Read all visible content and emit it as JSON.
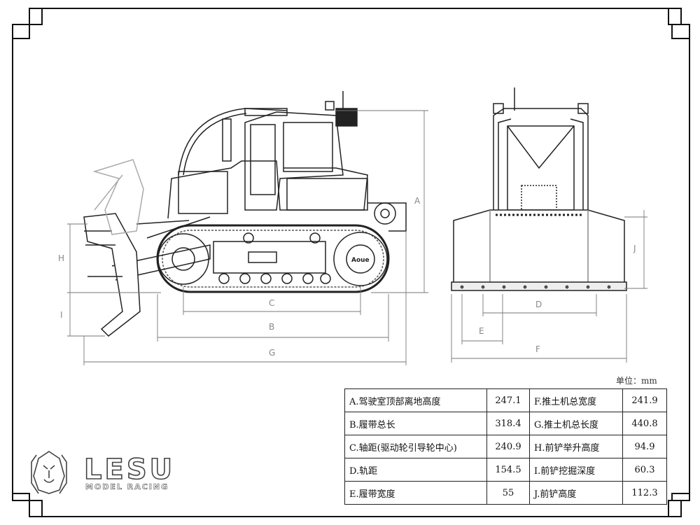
{
  "unit_label": "单位：mm",
  "dimension_letters": {
    "A": "A",
    "B": "B",
    "C": "C",
    "D": "D",
    "E": "E",
    "F": "F",
    "G": "G",
    "H": "H",
    "I": "I",
    "J": "J"
  },
  "brand": {
    "name": "LESU",
    "tagline": "MODEL RACING",
    "badge_text": "Aoue"
  },
  "spec_table": [
    {
      "label": "A.驾驶室顶部离地高度",
      "value": "247.1",
      "label2": "F.推土机总宽度",
      "value2": "241.9"
    },
    {
      "label": "B.履带总长",
      "value": "318.4",
      "label2": "G.推土机总长度",
      "value2": "440.8"
    },
    {
      "label": "C.轴距(驱动轮引导轮中心)",
      "value": "240.9",
      "label2": "H.前铲举升高度",
      "value2": "94.9"
    },
    {
      "label": "D.轨距",
      "value": "154.5",
      "label2": "I.前铲挖掘深度",
      "value2": "60.3"
    },
    {
      "label": "E.履带宽度",
      "value": "55",
      "label2": "J.前铲高度",
      "value2": "112.3"
    }
  ]
}
